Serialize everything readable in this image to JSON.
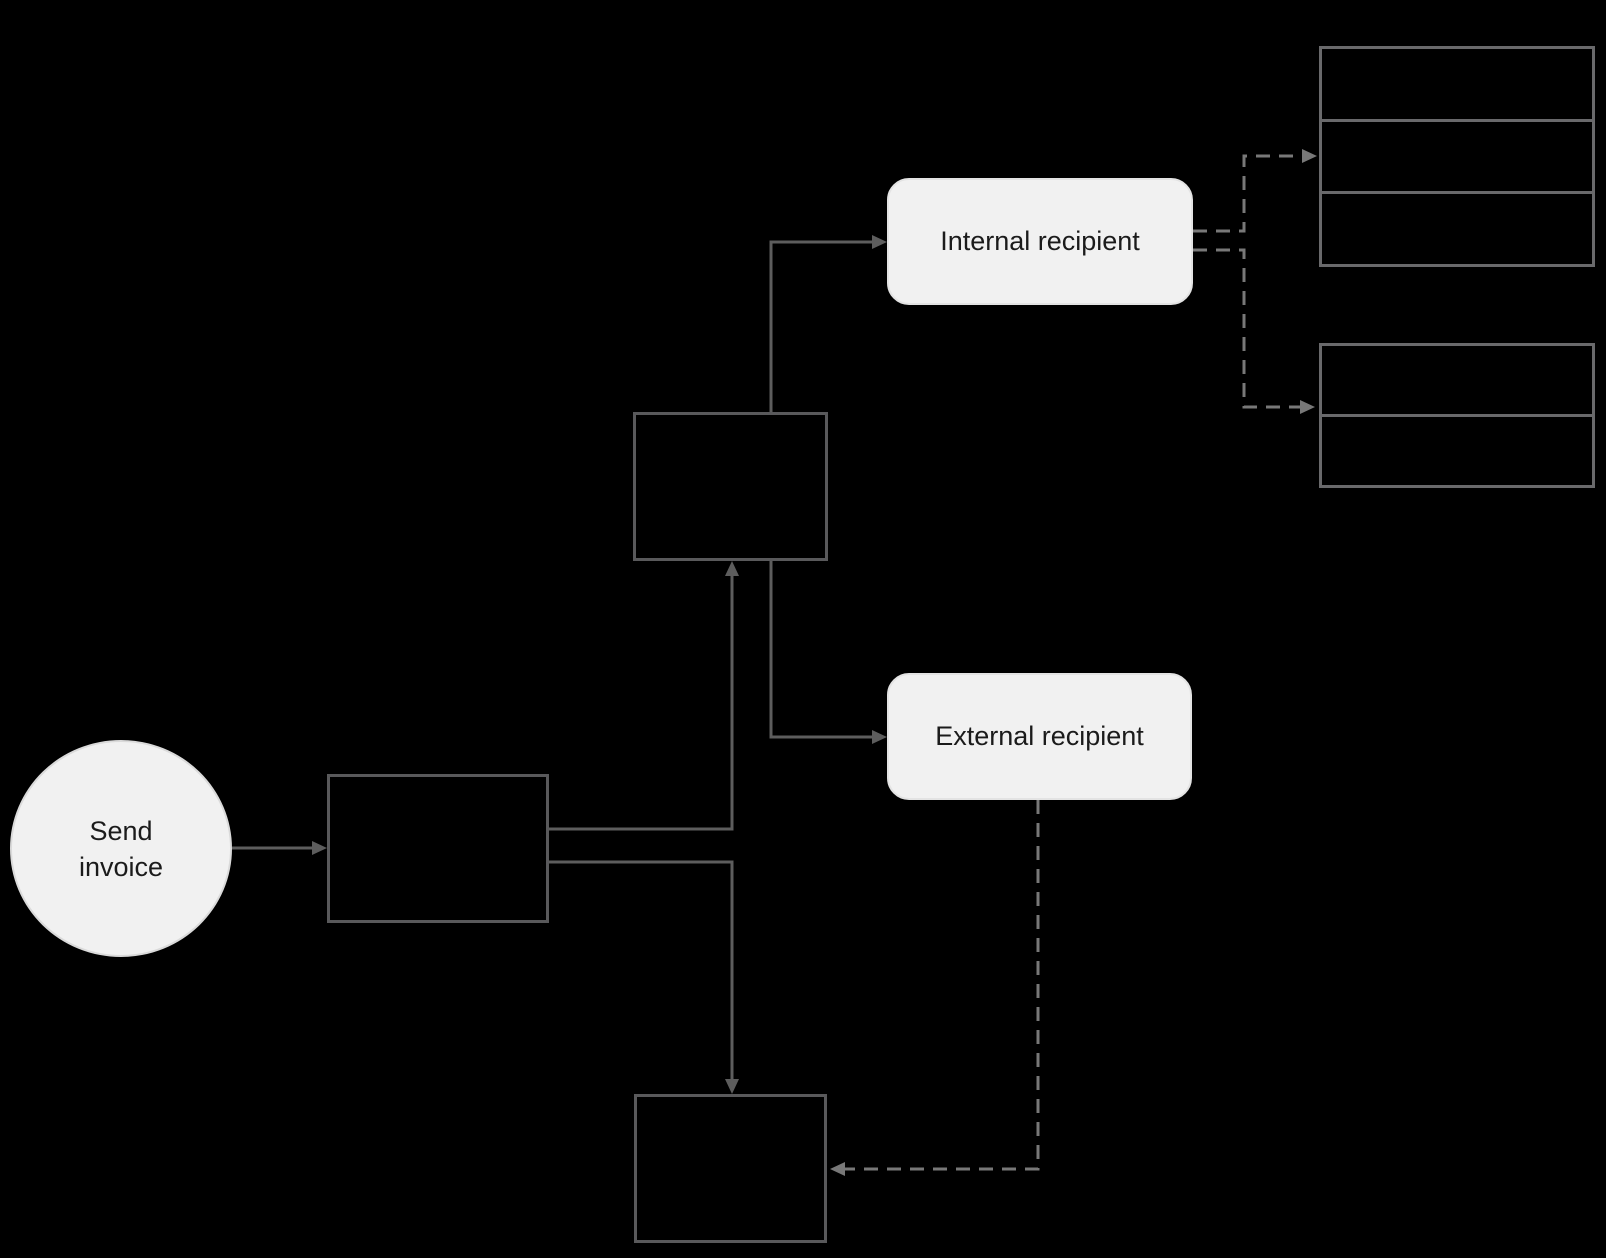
{
  "canvas": {
    "background": "#000000"
  },
  "colors": {
    "shape_fill": "#f1f1f1",
    "shape_text": "#1b1b1b",
    "process_box_border": "#59595b",
    "table_border": "#69696b",
    "solid_connector": "#5d5d5d",
    "dashed_connector": "#787878"
  },
  "nodes": {
    "start": {
      "type": "circle",
      "label": "Send invoice"
    },
    "process_1": {
      "type": "rect",
      "label": ""
    },
    "process_2": {
      "type": "rect",
      "label": ""
    },
    "internal": {
      "type": "rounded-rect",
      "label": "Internal recipient"
    },
    "external": {
      "type": "rounded-rect",
      "label": "External recipient"
    },
    "process_3": {
      "type": "rect",
      "label": ""
    },
    "table_top": {
      "type": "row-table",
      "rows": 3,
      "row_labels": [
        "",
        "",
        ""
      ]
    },
    "table_bottom": {
      "type": "row-table",
      "rows": 2,
      "row_labels": [
        "",
        ""
      ]
    }
  },
  "connectors": [
    {
      "from": "start",
      "to": "process_1",
      "style": "solid"
    },
    {
      "from": "process_1",
      "to": "process_2",
      "style": "solid"
    },
    {
      "from": "process_2",
      "to": "internal",
      "style": "solid"
    },
    {
      "from": "process_2",
      "to": "external",
      "style": "solid"
    },
    {
      "from": "process_1",
      "to": "process_3",
      "style": "solid"
    },
    {
      "from": "internal",
      "to": "table_top_row_2",
      "style": "dashed"
    },
    {
      "from": "internal",
      "to": "table_bottom_row_1",
      "style": "dashed"
    },
    {
      "from": "external",
      "to": "process_3",
      "style": "dashed"
    }
  ]
}
